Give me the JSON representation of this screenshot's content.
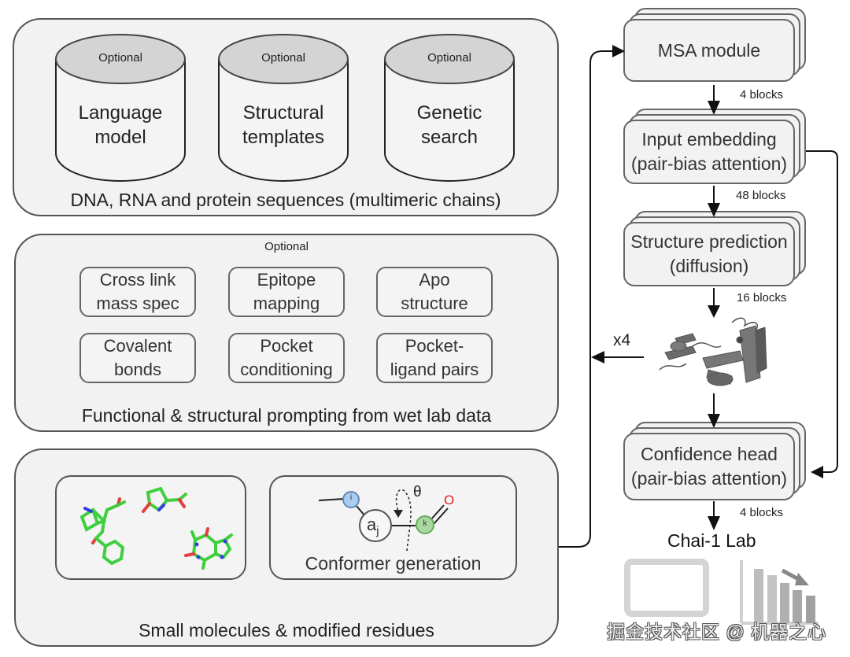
{
  "sequences_panel": {
    "caption": "DNA, RNA and protein sequences (multimeric chains)",
    "databases": [
      {
        "optional_label": "Optional",
        "label": "Language\nmodel"
      },
      {
        "optional_label": "Optional",
        "label": "Structural\ntemplates"
      },
      {
        "optional_label": "Optional",
        "label": "Genetic\nsearch"
      }
    ]
  },
  "prompting_panel": {
    "optional_label": "Optional",
    "caption": "Functional & structural prompting from wet lab data",
    "items": [
      {
        "label": "Cross link\nmass spec"
      },
      {
        "label": "Epitope\nmapping"
      },
      {
        "label": "Apo\nstructure"
      },
      {
        "label": "Covalent\nbonds"
      },
      {
        "label": "Pocket\nconditioning"
      },
      {
        "label": "Pocket-\nligand pairs"
      }
    ]
  },
  "molecules_panel": {
    "caption": "Small molecules & modified residues",
    "conformer": {
      "caption": "Conformer generation",
      "atom_i": "i",
      "atom_j": "a",
      "atom_j_sub": "j",
      "atom_k": "k",
      "oxygen": "O",
      "angle": "θ"
    }
  },
  "pipeline": {
    "modules": [
      {
        "label": "MSA module",
        "blocks": "4 blocks"
      },
      {
        "label": "Input embedding\n(pair-bias attention)",
        "blocks": "48 blocks"
      },
      {
        "label": "Structure prediction\n(diffusion)",
        "blocks": "16 blocks"
      },
      {
        "label": "Confidence head\n(pair-bias attention)",
        "blocks": "4 blocks"
      }
    ],
    "recycle_label": "x4",
    "output_title": "Chai-1 Lab"
  },
  "watermark": "掘金技术社区 @ 机器之心",
  "colors": {
    "panel_bg": "#f2f2f2",
    "border": "#555555",
    "cylinder_top": "#d4d4d4",
    "atom_i": "#aaccee",
    "atom_k": "#a8d8a0",
    "oxygen": "#e02020",
    "molecule_carbon": "#3ecf3e",
    "molecule_nitrogen": "#3040e0",
    "molecule_oxygen": "#e04040"
  }
}
